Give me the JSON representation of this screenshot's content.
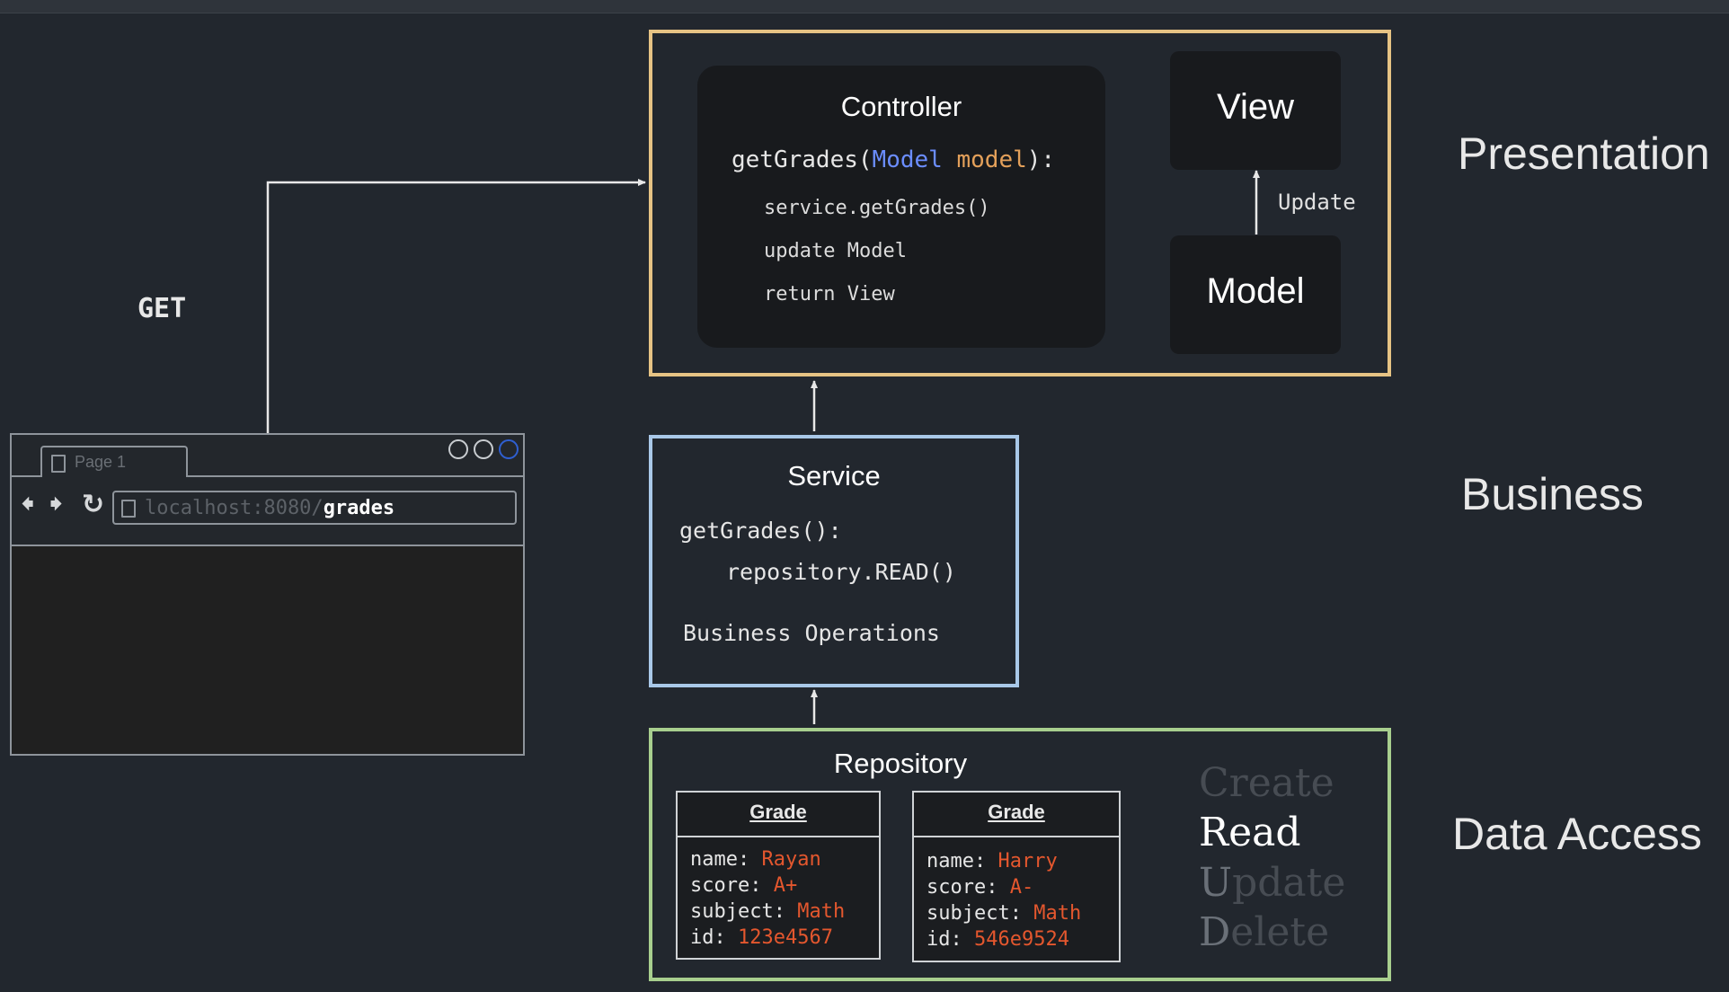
{
  "request": {
    "method_label": "GET"
  },
  "browser": {
    "tab_label": "Page 1",
    "url_host": "localhost:8080/",
    "url_path": "grades"
  },
  "presentation": {
    "layer_label": "Presentation",
    "controller": {
      "title": "Controller",
      "signature_name": "getGrades(",
      "signature_type": "Model",
      "signature_param": "model",
      "signature_end": "):",
      "lines": [
        "service.getGrades()",
        "update Model",
        "return View"
      ]
    },
    "view_label": "View",
    "model_label": "Model",
    "update_label": "Update"
  },
  "business": {
    "layer_label": "Business",
    "service": {
      "title": "Service",
      "method": "getGrades():",
      "call": "repository.READ()",
      "note": "Business Operations"
    }
  },
  "data_access": {
    "layer_label": "Data Access",
    "repository": {
      "title": "Repository",
      "grades": [
        {
          "header": "Grade",
          "fields": [
            {
              "key": "name: ",
              "value": "Rayan"
            },
            {
              "key": "score: ",
              "value": "A+"
            },
            {
              "key": "subject: ",
              "value": "Math"
            },
            {
              "key": "id: ",
              "value": "123e4567"
            }
          ]
        },
        {
          "header": "Grade",
          "fields": [
            {
              "key": "name: ",
              "value": "Harry"
            },
            {
              "key": "score: ",
              "value": "A-"
            },
            {
              "key": "subject: ",
              "value": "Math"
            },
            {
              "key": "id: ",
              "value": "546e9524"
            }
          ]
        }
      ]
    },
    "crud": [
      {
        "first": "C",
        "rest": "reate",
        "active": false
      },
      {
        "first": "R",
        "rest": "ead",
        "active": true
      },
      {
        "first": "U",
        "rest": "pdate",
        "active": false
      },
      {
        "first": "D",
        "rest": "elete",
        "active": false
      }
    ]
  },
  "colors": {
    "background": "#22272e",
    "presentation_border": "#e6c384",
    "business_border": "#a9c8e8",
    "data_access_border": "#a8cf8e",
    "keyword_blue": "#6b8dff",
    "keyword_orange": "#e3a05a",
    "value_red": "#e4572e"
  }
}
